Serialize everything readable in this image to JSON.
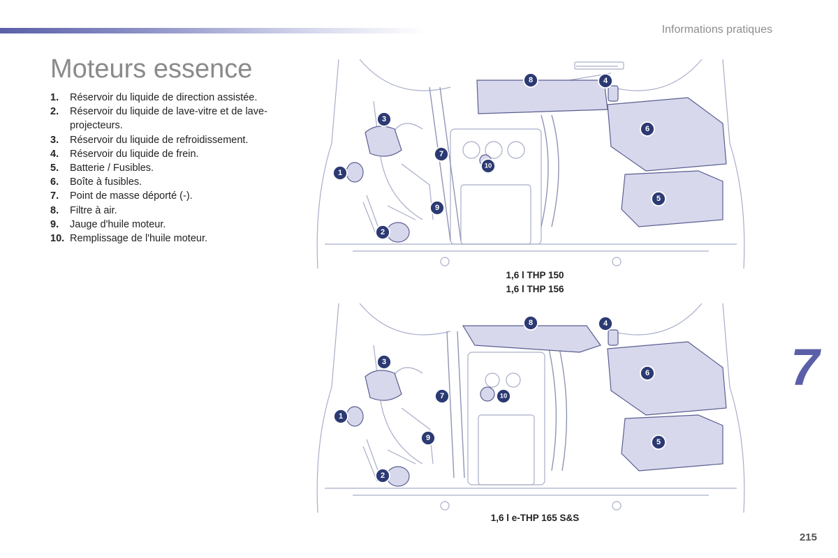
{
  "header": {
    "section": "Informations pratiques"
  },
  "title": "Moteurs essence",
  "legend": [
    {
      "num": "1.",
      "text": "Réservoir du liquide de direction assistée."
    },
    {
      "num": "2.",
      "text": "Réservoir du liquide de lave-vitre et de lave-projecteurs."
    },
    {
      "num": "3.",
      "text": "Réservoir du liquide de refroidissement."
    },
    {
      "num": "4.",
      "text": "Réservoir du liquide de frein."
    },
    {
      "num": "5.",
      "text": "Batterie / Fusibles."
    },
    {
      "num": "6.",
      "text": "Boîte à fusibles."
    },
    {
      "num": "7.",
      "text": "Point de masse déporté (-)."
    },
    {
      "num": "8.",
      "text": "Filtre à air."
    },
    {
      "num": "9.",
      "text": "Jauge d'huile moteur."
    },
    {
      "num": "10.",
      "text": "Remplissage de l'huile moteur."
    }
  ],
  "diagrams": [
    {
      "caption_line1": "1,6 l THP 150",
      "caption_line2": "1,6 l THP 156"
    },
    {
      "caption_line1": "1,6 l e-THP 165 S&S",
      "caption_line2": ""
    }
  ],
  "badges": [
    "1",
    "2",
    "3",
    "4",
    "5",
    "6",
    "7",
    "8",
    "9",
    "10"
  ],
  "chapter_tab": "7",
  "page_number": "215",
  "colors": {
    "accent": "#5a5fa8",
    "badge": "#2c3a73",
    "component_fill": "#d7d8ec"
  }
}
